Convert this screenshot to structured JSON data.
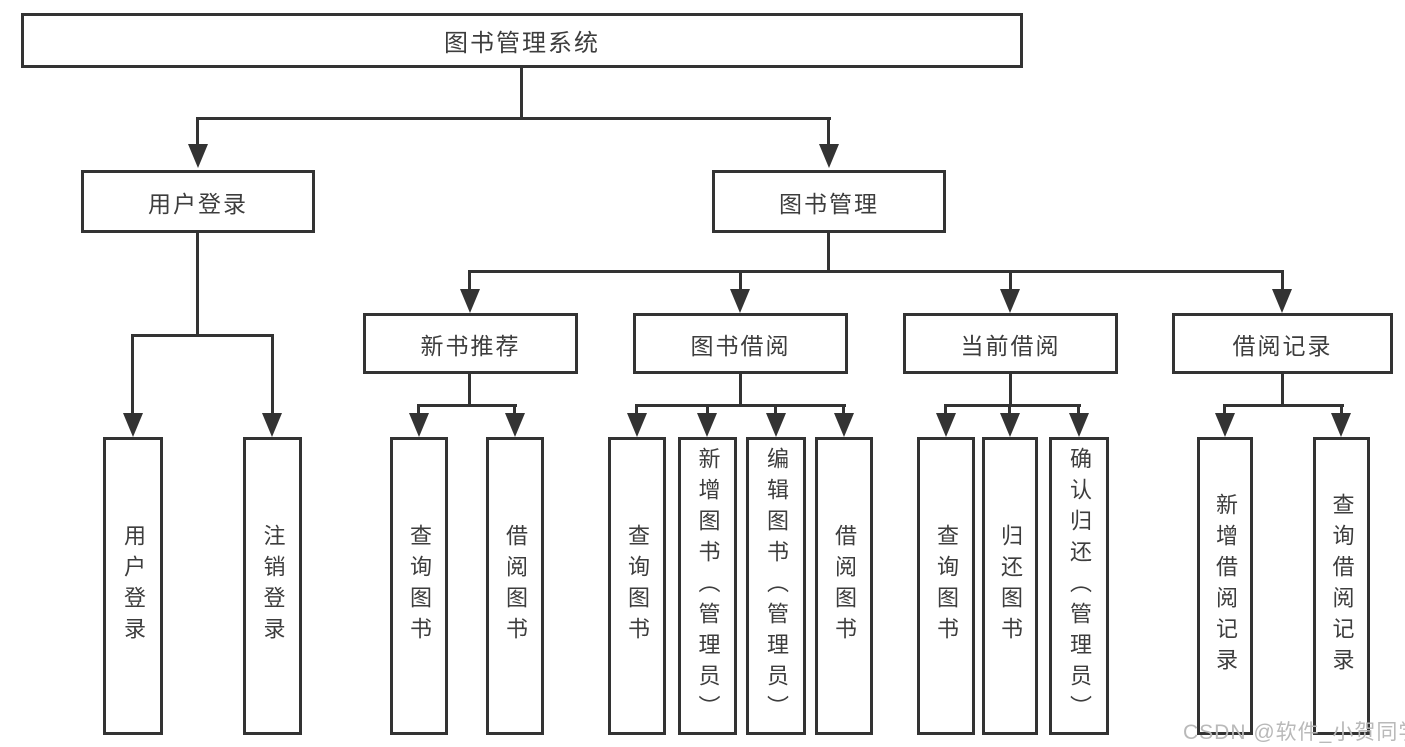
{
  "colors": {
    "line": "#333333",
    "box_border": "#333333",
    "text": "#3d3d3d",
    "background": "#ffffff",
    "watermark": "#b9b9b9"
  },
  "watermark": "CSDN @软件_小贺同学",
  "tree": {
    "root": {
      "label": "图书管理系统"
    },
    "level2": [
      {
        "label": "用户登录"
      },
      {
        "label": "图书管理"
      }
    ],
    "level3": [
      {
        "label": "新书推荐"
      },
      {
        "label": "图书借阅"
      },
      {
        "label": "当前借阅"
      },
      {
        "label": "借阅记录"
      }
    ],
    "leaves": {
      "user_login": [
        "用户登录",
        "注销登录"
      ],
      "new_books": [
        "查询图书",
        "借阅图书"
      ],
      "borrow": [
        "查询图书",
        "新增图书（管理员）",
        "编辑图书（管理员）",
        "借阅图书"
      ],
      "current": [
        "查询图书",
        "归还图书",
        "确认归还（管理员）"
      ],
      "records": [
        "新增借阅记录",
        "查询借阅记录"
      ]
    }
  }
}
